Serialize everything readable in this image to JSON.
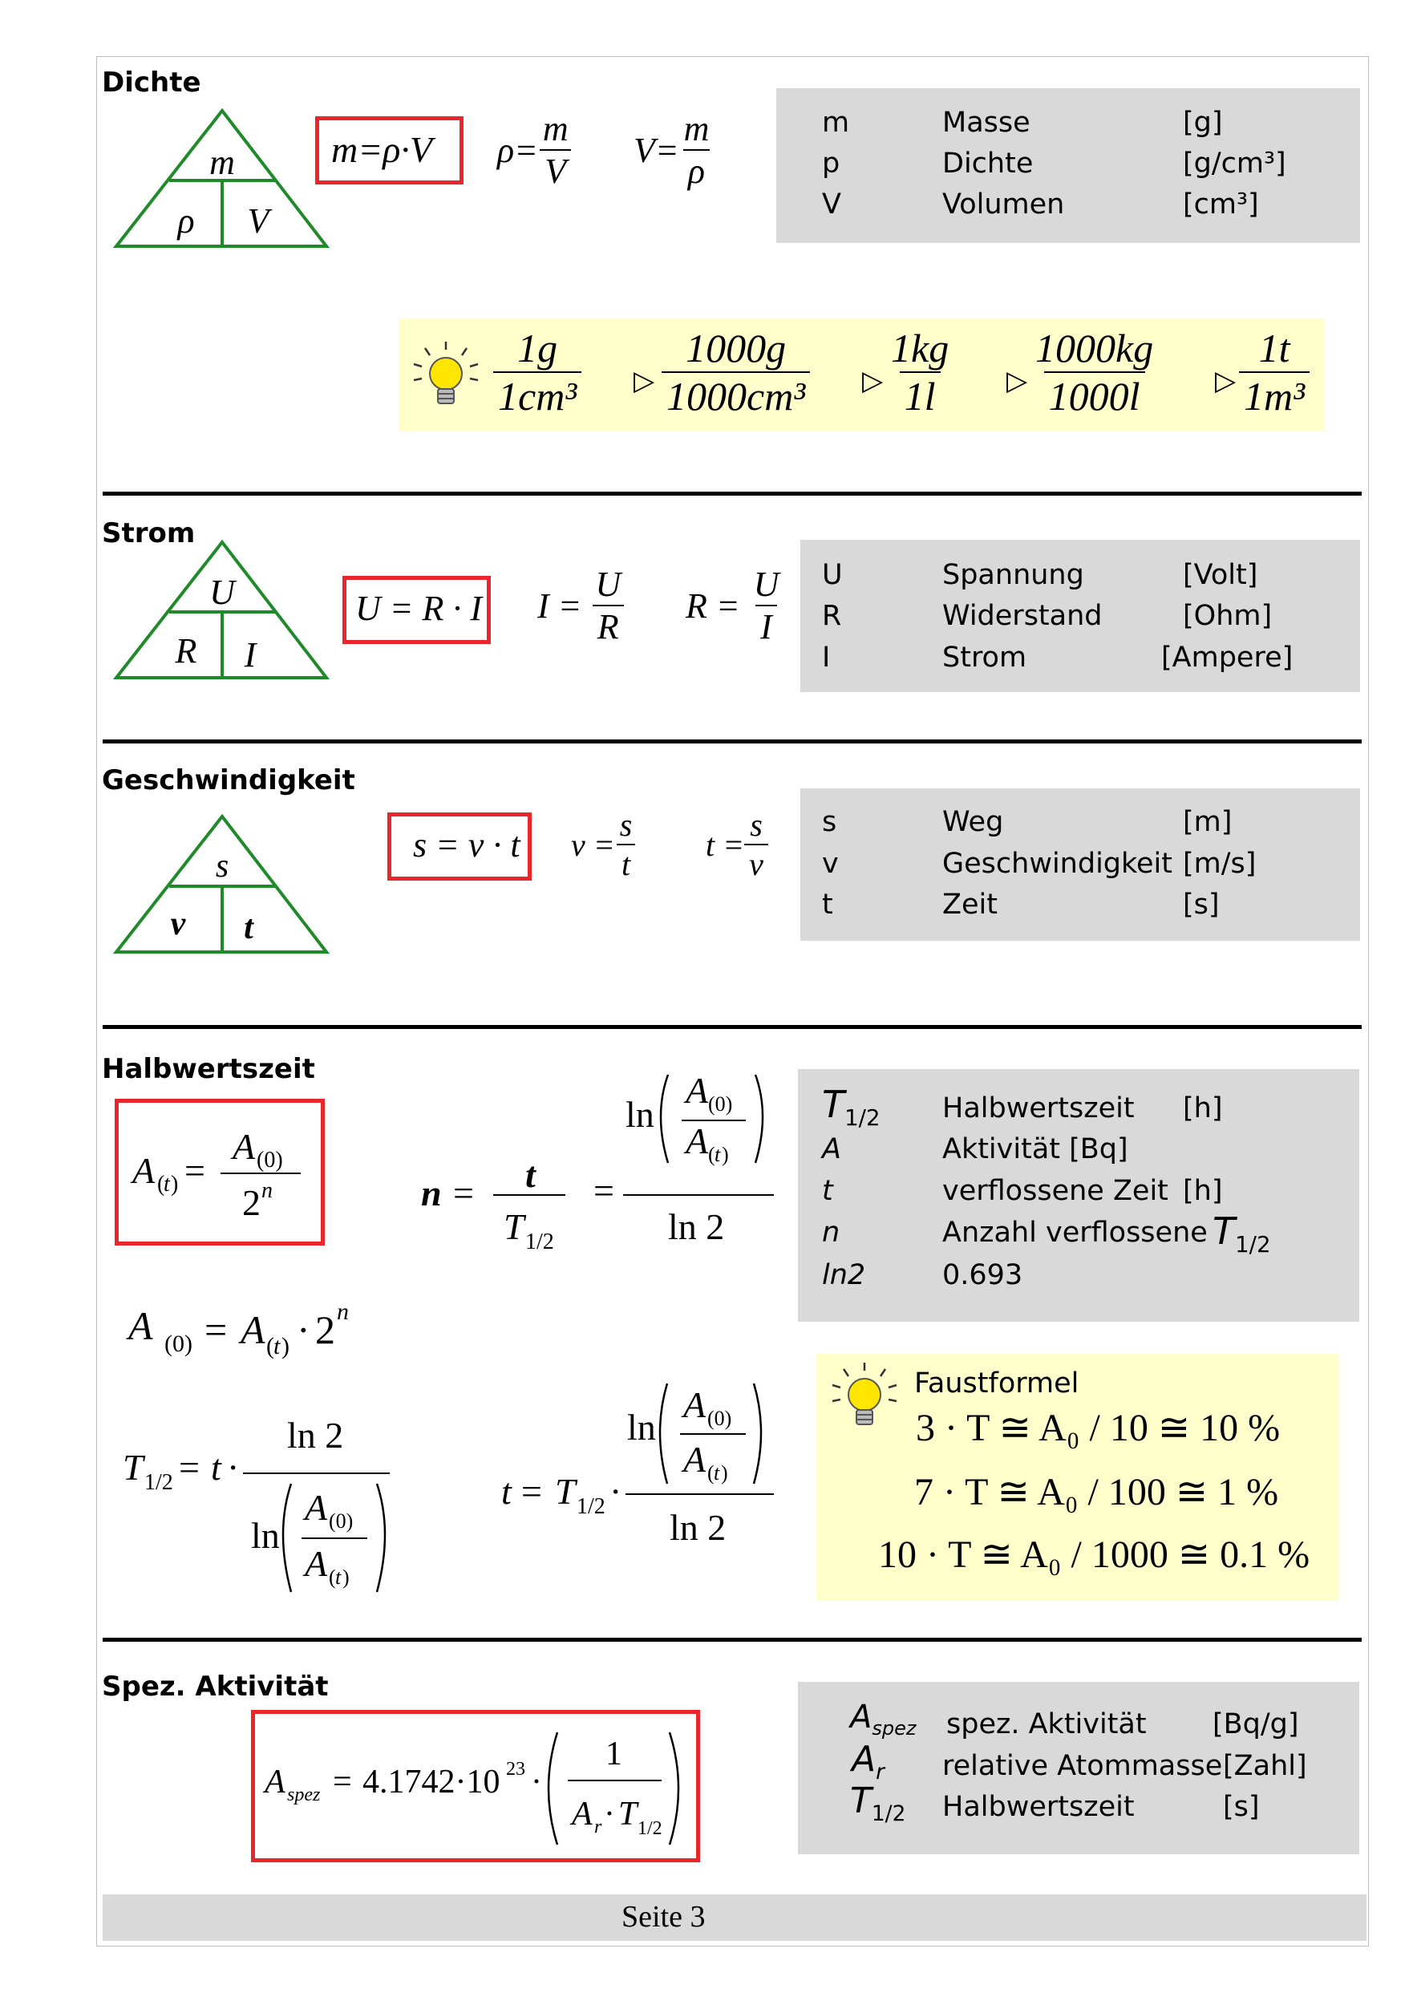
{
  "page": {
    "footer": "Seite 3"
  },
  "dichte": {
    "heading": "Dichte",
    "tri": {
      "top": "m",
      "left": "ρ",
      "right": "V"
    },
    "formula_main": "m=ρ·V",
    "f2_lhs": "ρ=",
    "f2_num": "m",
    "f2_den": "V",
    "f3_lhs": "V=",
    "f3_num": "m",
    "f3_den": "ρ",
    "legend": [
      {
        "sym": "m",
        "name": "Masse",
        "unit": "[g]"
      },
      {
        "sym": "p",
        "name": "Dichte",
        "unit": "[g/cm³]"
      },
      {
        "sym": "V",
        "name": "Volumen",
        "unit": "[cm³]"
      }
    ],
    "equiv": {
      "f1_num": "1g",
      "f1_den": "1cm³",
      "f2_num": "1000g",
      "f2_den": "1000cm³",
      "f3_num": "1kg",
      "f3_den": "1l",
      "f4_num": "1000kg",
      "f4_den": "1000l",
      "f5_num": "1t",
      "f5_den": "1m³",
      "arrow": "▷"
    }
  },
  "strom": {
    "heading": "Strom",
    "tri": {
      "top": "U",
      "left": "R",
      "right": "I"
    },
    "formula_main": "U = R · I",
    "f2_lhs": "I =",
    "f2_num": "U",
    "f2_den": "R",
    "f3_lhs": "R =",
    "f3_num": "U",
    "f3_den": "I",
    "legend": [
      {
        "sym": "U",
        "name": "Spannung",
        "unit": "[Volt]"
      },
      {
        "sym": "R",
        "name": "Widerstand",
        "unit": "[Ohm]"
      },
      {
        "sym": "I",
        "name": "Strom",
        "unit": "[Ampere]"
      }
    ]
  },
  "geschw": {
    "heading": "Geschwindigkeit",
    "tri": {
      "top": "s",
      "left": "v",
      "right": "t"
    },
    "formula_main": "s = v · t",
    "f2_lhs": "v =",
    "f2_num": "s",
    "f2_den": "t",
    "f3_lhs": "t =",
    "f3_num": "s",
    "f3_den": "v",
    "legend": [
      {
        "sym": "s",
        "name": "Weg",
        "unit": "[m]"
      },
      {
        "sym": "v",
        "name": "Geschwindigkeit",
        "unit": "[m/s]"
      },
      {
        "sym": "t",
        "name": "Zeit",
        "unit": "[s]"
      }
    ]
  },
  "halb": {
    "heading": "Halbwertszeit",
    "legend": [
      {
        "sym": "T1/2",
        "name": "Halbwertszeit",
        "unit": "[h]"
      },
      {
        "sym": "A",
        "name": "Aktivität [Bq]",
        "unit": ""
      },
      {
        "sym": "t",
        "name": "verflossene Zeit",
        "unit": "[h]"
      },
      {
        "sym": "n",
        "name": "Anzahl verflossene",
        "unit": "T1/2"
      },
      {
        "sym": "ln2",
        "name": "0.693",
        "unit": ""
      }
    ],
    "faust": {
      "title": "Faustformel",
      "lines": [
        "3 · T ≅ A₀ / 10 ≅ 10 %",
        "7 · T ≅ A₀ / 100 ≅ 1 %",
        "10 · T ≅ A₀ / 1000 ≅ 0.1 %"
      ]
    }
  },
  "spez": {
    "heading": "Spez. Aktivität",
    "formula": "A_spez = 4.1742·10^23 · (1 / (A_r · T_1/2))",
    "legend": [
      {
        "sym": "Aspez",
        "name": "spez. Aktivität",
        "unit": "[Bq/g]"
      },
      {
        "sym": "Ar",
        "name": "relative Atommasse",
        "unit": "[Zahl]"
      },
      {
        "sym": "T1/2",
        "name": "Halbwertszeit",
        "unit": "[s]"
      }
    ]
  }
}
